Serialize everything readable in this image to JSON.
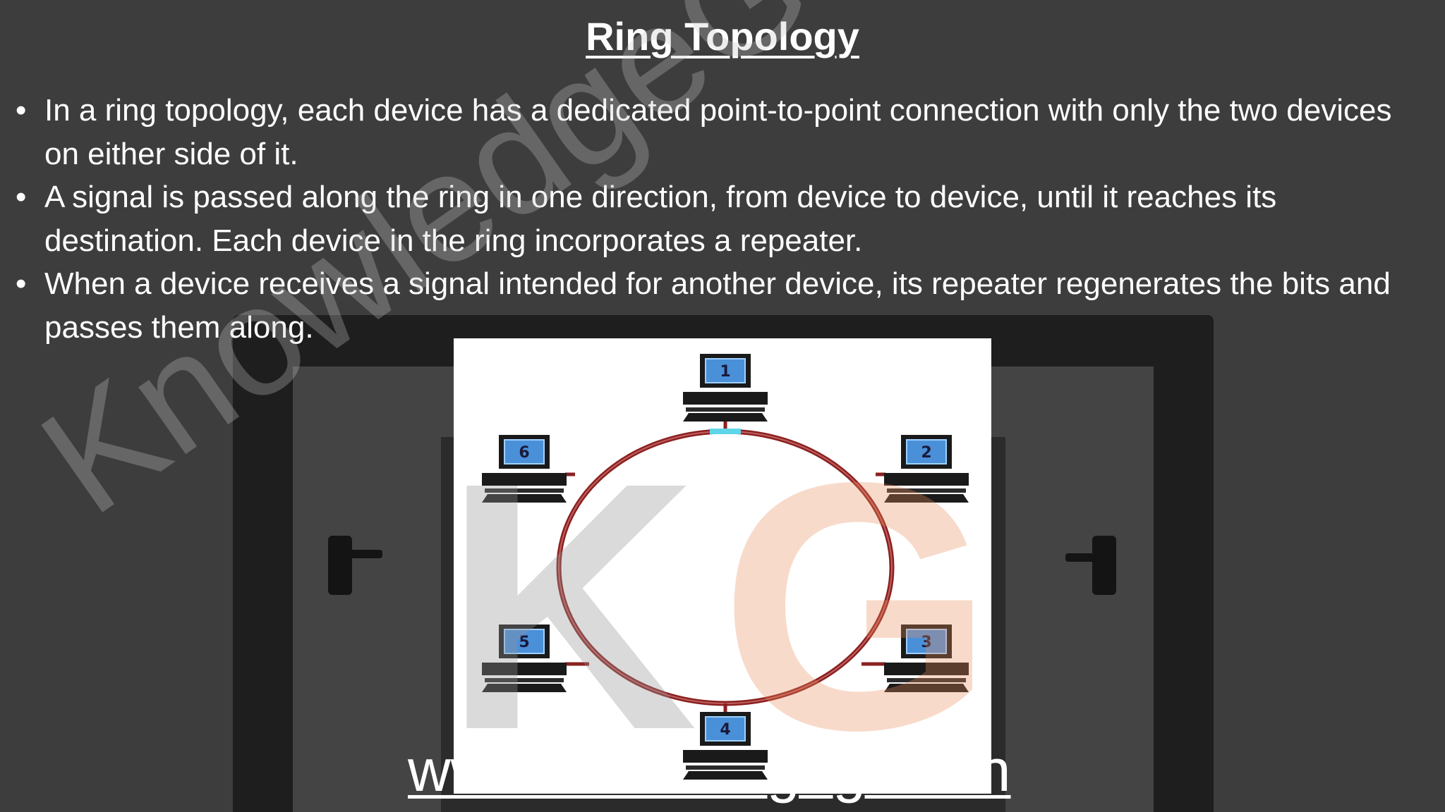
{
  "title": "Ring Topology",
  "bullets": [
    "In a ring topology, each device has a dedicated point-to-point connection with only the two devices on either side of it.",
    "A signal is passed along the ring in one direction, from device to device, until it reaches its destination. Each device in the ring incorporates a repeater.",
    "When a device receives a signal intended for another device, its repeater regenerates the bits and passes them along."
  ],
  "bullet_symbol": "•",
  "diagram": {
    "nodes": [
      "1",
      "2",
      "3",
      "4",
      "5",
      "6"
    ],
    "ring_color": "#8b2020",
    "highlight_color": "#5ed6e8",
    "screen_color": "#4a90d9"
  },
  "watermark": {
    "text": "KnowledgeGate",
    "logo_letters": [
      "K",
      "G"
    ]
  },
  "footer_url": "www.knowledgegate.in"
}
